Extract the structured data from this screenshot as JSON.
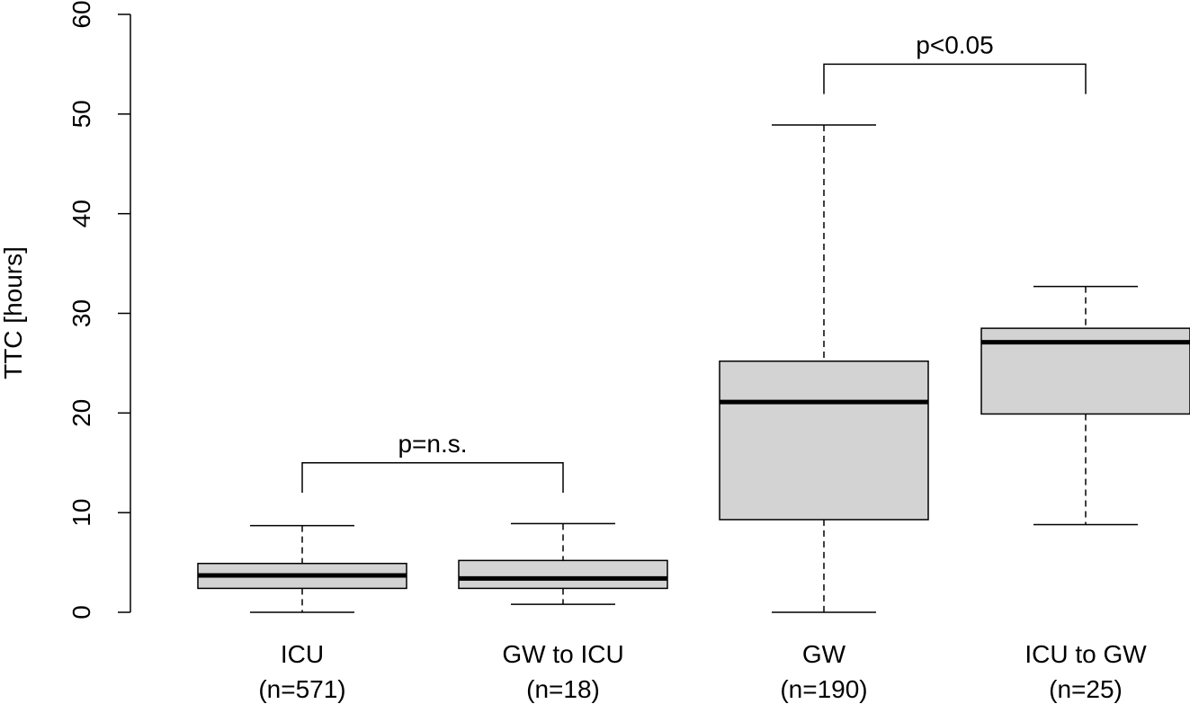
{
  "chart_data": {
    "type": "boxplot",
    "title": "",
    "xlabel": "",
    "ylabel": "TTC [hours]",
    "ylim": [
      0,
      60
    ],
    "yticks": [
      0,
      10,
      20,
      30,
      40,
      50,
      60
    ],
    "grid": false,
    "legend": "none",
    "box_fill": "#d3d3d3",
    "categories": [
      {
        "name": "ICU",
        "n_label": "(n=571)",
        "whisker_low": 0,
        "q1": 2.4,
        "median": 3.7,
        "q3": 4.9,
        "whisker_high": 8.7
      },
      {
        "name": "GW to ICU",
        "n_label": "(n=18)",
        "whisker_low": 0.8,
        "q1": 2.4,
        "median": 3.4,
        "q3": 5.2,
        "whisker_high": 8.9
      },
      {
        "name": "GW",
        "n_label": "(n=190)",
        "whisker_low": 0,
        "q1": 9.3,
        "median": 21.1,
        "q3": 25.2,
        "whisker_high": 48.9
      },
      {
        "name": "ICU to GW",
        "n_label": "(n=25)",
        "whisker_low": 8.8,
        "q1": 19.9,
        "median": 27.1,
        "q3": 28.5,
        "whisker_high": 32.7
      }
    ],
    "annotations": [
      {
        "label": "p=n.s.",
        "from": 0,
        "to": 1,
        "y": 15,
        "drop_to": 12
      },
      {
        "label": "p<0.05",
        "from": 2,
        "to": 3,
        "y": 55,
        "drop_to": 52
      }
    ]
  }
}
